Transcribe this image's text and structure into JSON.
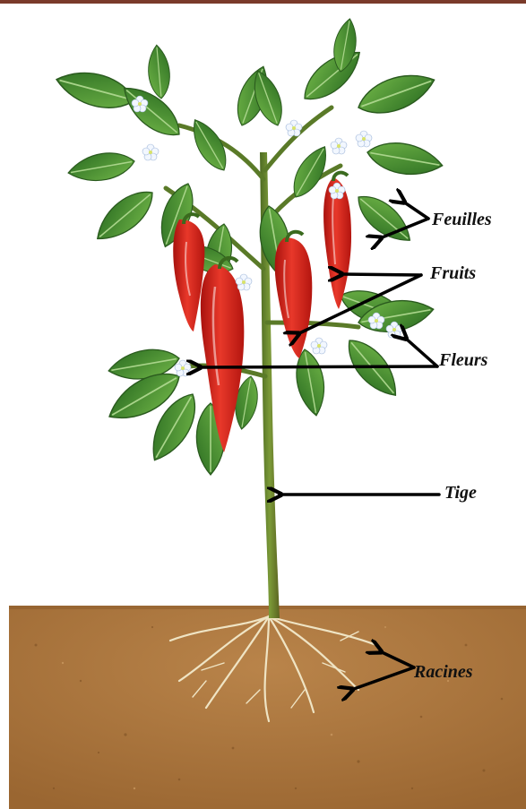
{
  "labels": {
    "feuilles": "Feuilles",
    "fruits": "Fruits",
    "fleurs": "Fleurs",
    "tige": "Tige",
    "racines": "Racines"
  },
  "colors": {
    "soil": "#a8743a",
    "stem": "#6b7a2c",
    "leaf": "#3c8a2e",
    "pepper": "#d3231a",
    "flower": "#e8f2ff",
    "root": "#efe4c4",
    "arrow": "#000000",
    "frame_top": "#7a3a2a"
  }
}
